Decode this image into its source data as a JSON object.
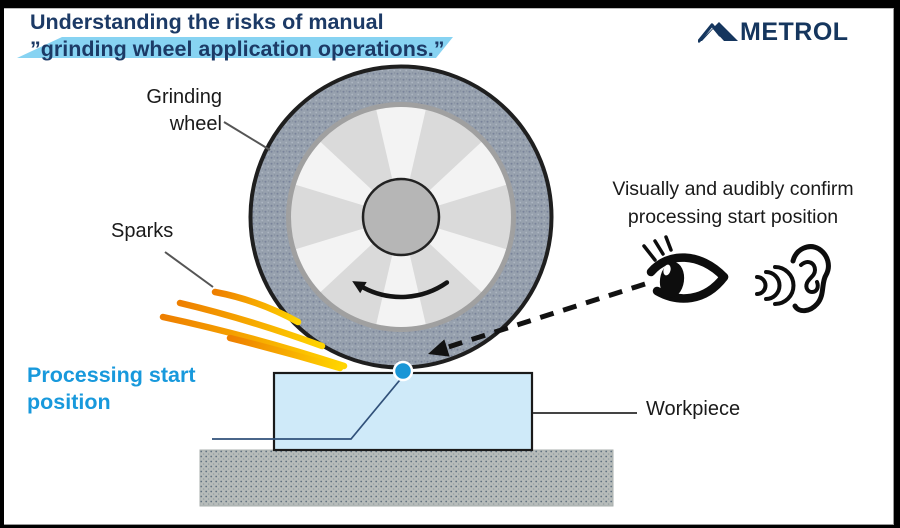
{
  "header": {
    "title_line1": "Understanding the risks of manual",
    "title_line2": "”grinding wheel application operations.”",
    "title_color": "#1c3a66",
    "highlight_color": "#87d3f2",
    "logo": {
      "text": "METROL",
      "color": "#15365e",
      "icon": "mountain-logo-icon"
    }
  },
  "labels": {
    "grinding_wheel_line1": "Grinding",
    "grinding_wheel_line2": "wheel",
    "sparks": "Sparks",
    "processing_start_line1": "Processing start",
    "processing_start_line2": "position",
    "processing_start_color": "#1899dc",
    "confirm_line1": "Visually and audibly confirm",
    "confirm_line2": "processing start position",
    "workpiece": "Workpiece"
  },
  "diagram": {
    "wheel": {
      "rim_color": "#97a1ae",
      "disc_color": "#dadada",
      "wedge_color": "#f3f3f3",
      "hub_color": "#b6b6b6",
      "rotation_direction": "clockwise",
      "rotation_indicator": "rotation-arrow-icon"
    },
    "sparks": {
      "color_outer": "#ee7f00",
      "color_tip": "#ffd400",
      "count": 4
    },
    "workpiece_fill": "#cfeaf9",
    "base_fill": "#b7bcba",
    "start_point": {
      "color": "#1a96d6",
      "icon": "start-point-dot"
    },
    "icons": [
      "eye-icon",
      "ear-icon",
      "sound-waves-icon",
      "dashed-sight-arrow"
    ]
  }
}
